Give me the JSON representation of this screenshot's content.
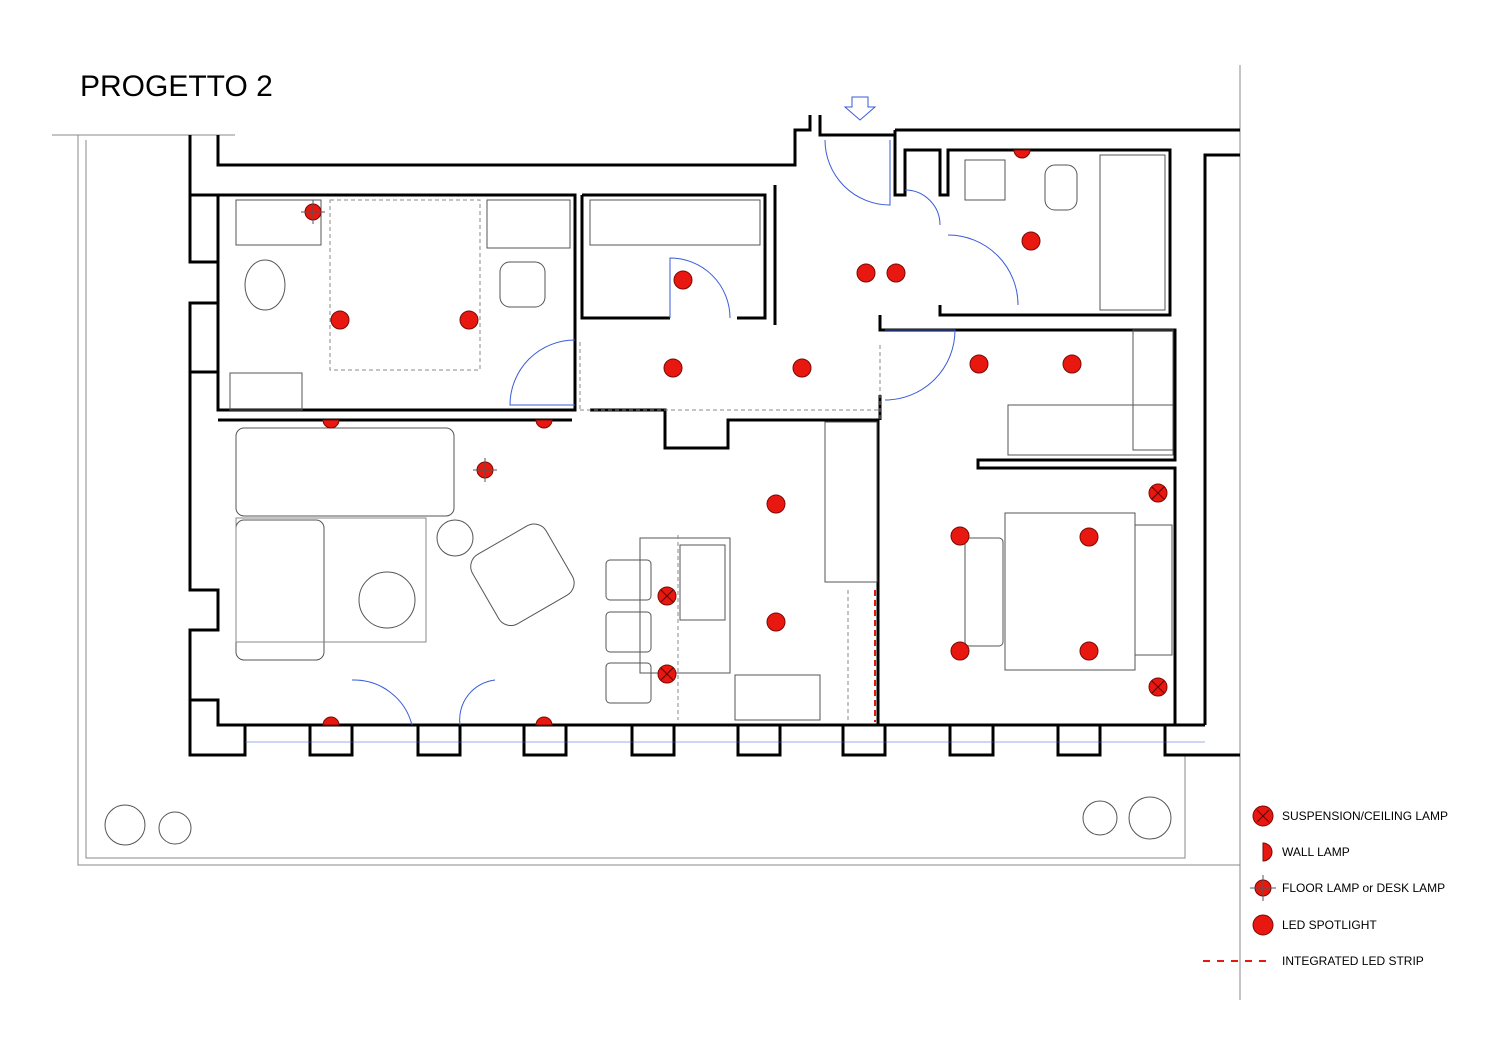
{
  "title": "PROGETTO 2",
  "colors": {
    "lamp": "#e8170f",
    "wall": "#000000",
    "door": "#3a5bd9"
  },
  "legend": [
    {
      "icon": "suspension-ceiling-lamp-icon",
      "label": "SUSPENSION/CEILING LAMP"
    },
    {
      "icon": "wall-lamp-icon",
      "label": "WALL LAMP"
    },
    {
      "icon": "floor-desk-lamp-icon",
      "label": "FLOOR LAMP or DESK LAMP"
    },
    {
      "icon": "led-spotlight-icon",
      "label": "LED SPOTLIGHT"
    },
    {
      "icon": "led-strip-icon",
      "label": "INTEGRATED LED STRIP"
    }
  ]
}
